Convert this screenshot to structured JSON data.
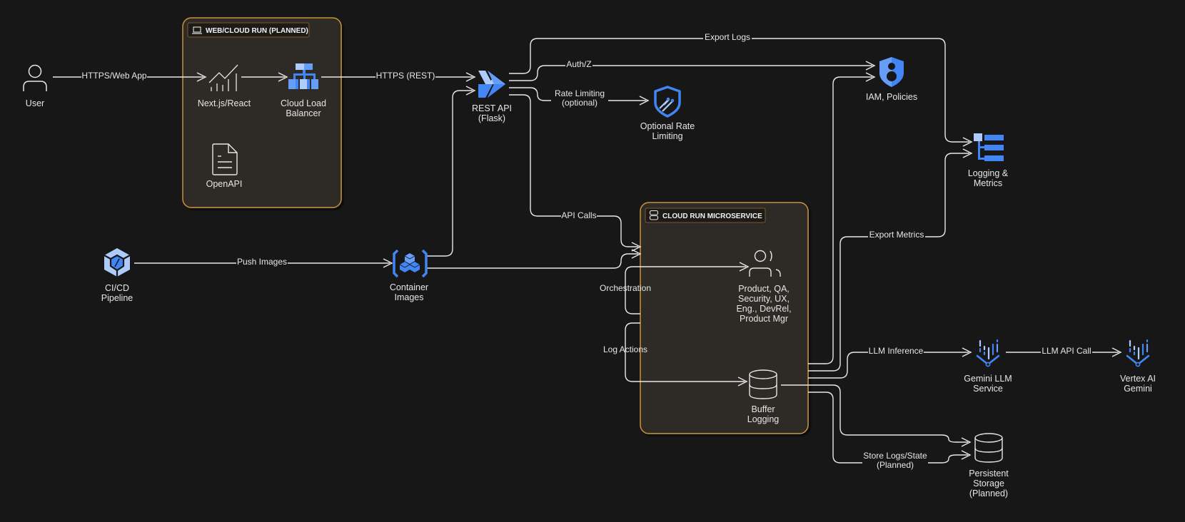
{
  "diagram": {
    "colors": {
      "background": "#171717",
      "group_fill": "#2f2c26",
      "group_border": "#c8913c",
      "edge": "#e8e8e8",
      "icon_blue": "#4285f4",
      "icon_light_blue": "#aecbfa",
      "icon_outline": "#e6e6e6"
    },
    "groups": [
      {
        "id": "web",
        "title": "WEB/CLOUD RUN (PLANNED)",
        "icon": "laptop-icon"
      },
      {
        "id": "micro",
        "title": "CLOUD RUN MICROSERVICE",
        "icon": "server-icon"
      }
    ],
    "nodes": {
      "user": {
        "label": [
          "User"
        ],
        "icon": "user-icon"
      },
      "nextjs": {
        "label": [
          "Next.js/React"
        ],
        "icon": "chart-line-icon"
      },
      "lb": {
        "label": [
          "Cloud Load",
          "Balancer"
        ],
        "icon": "load-balancer-icon"
      },
      "openapi": {
        "label": [
          "OpenAPI"
        ],
        "icon": "document-icon"
      },
      "rest": {
        "label": [
          "REST API",
          "(Flask)"
        ],
        "icon": "api-gateway-icon"
      },
      "ratelimit": {
        "label": [
          "Optional Rate",
          "Limiting"
        ],
        "icon": "shield-network-icon"
      },
      "iam": {
        "label": [
          "IAM, Policies"
        ],
        "icon": "shield-user-icon"
      },
      "logging": {
        "label": [
          "Logging &",
          "Metrics"
        ],
        "icon": "logging-list-icon"
      },
      "cicd": {
        "label": [
          "CI/CD",
          "Pipeline"
        ],
        "icon": "cloud-build-icon"
      },
      "containers": {
        "label": [
          "Container",
          "Images"
        ],
        "icon": "container-registry-icon"
      },
      "agents": {
        "label": [
          "Product, QA,",
          "Security, UX,",
          "Eng., DevRel,",
          "Product Mgr"
        ],
        "icon": "users-icon"
      },
      "buffer": {
        "label": [
          "Buffer",
          "Logging"
        ],
        "icon": "database-icon"
      },
      "gemini": {
        "label": [
          "Gemini LLM",
          "Service"
        ],
        "icon": "vertex-ai-icon"
      },
      "vertex": {
        "label": [
          "Vertex AI",
          "Gemini"
        ],
        "icon": "vertex-ai-icon"
      },
      "storage": {
        "label": [
          "Persistent",
          "Storage",
          "(Planned)"
        ],
        "icon": "database-icon"
      }
    },
    "edges": [
      {
        "id": "user-nextjs",
        "from": "user",
        "to": "nextjs",
        "label": [
          "HTTPS/Web App"
        ]
      },
      {
        "id": "nextjs-lb",
        "from": "nextjs",
        "to": "lb",
        "label": []
      },
      {
        "id": "lb-rest",
        "from": "lb",
        "to": "rest",
        "label": [
          "HTTPS (REST)"
        ]
      },
      {
        "id": "containers-rest",
        "from": "containers",
        "to": "rest",
        "label": []
      },
      {
        "id": "rest-logging",
        "from": "rest",
        "to": "logging",
        "label": [
          "Export Logs"
        ]
      },
      {
        "id": "rest-iam",
        "from": "rest",
        "to": "iam",
        "label": [
          "Auth/Z"
        ]
      },
      {
        "id": "rest-ratelimit",
        "from": "rest",
        "to": "ratelimit",
        "label": [
          "Rate Limiting",
          "(optional)"
        ]
      },
      {
        "id": "rest-micro",
        "from": "rest",
        "to": "micro",
        "label": [
          "API Calls"
        ]
      },
      {
        "id": "cicd-containers",
        "from": "cicd",
        "to": "containers",
        "label": [
          "Push Images"
        ]
      },
      {
        "id": "containers-micro",
        "from": "containers",
        "to": "micro",
        "label": []
      },
      {
        "id": "micro-agents",
        "from": "micro",
        "to": "agents",
        "label": [
          "Orchestration"
        ]
      },
      {
        "id": "micro-buffer",
        "from": "micro",
        "to": "buffer",
        "label": [
          "Log Actions"
        ]
      },
      {
        "id": "micro-iam",
        "from": "micro",
        "to": "iam",
        "label": []
      },
      {
        "id": "micro-logging",
        "from": "micro",
        "to": "logging",
        "label": [
          "Export Metrics"
        ]
      },
      {
        "id": "micro-gemini",
        "from": "micro",
        "to": "gemini",
        "label": [
          "LLM Inference"
        ]
      },
      {
        "id": "gemini-vertex",
        "from": "gemini",
        "to": "vertex",
        "label": [
          "LLM API Call"
        ]
      },
      {
        "id": "buffer-storage",
        "from": "buffer",
        "to": "storage",
        "label": []
      },
      {
        "id": "micro-storage",
        "from": "micro",
        "to": "storage",
        "label": [
          "Store Logs/State",
          "(Planned)"
        ]
      }
    ]
  }
}
